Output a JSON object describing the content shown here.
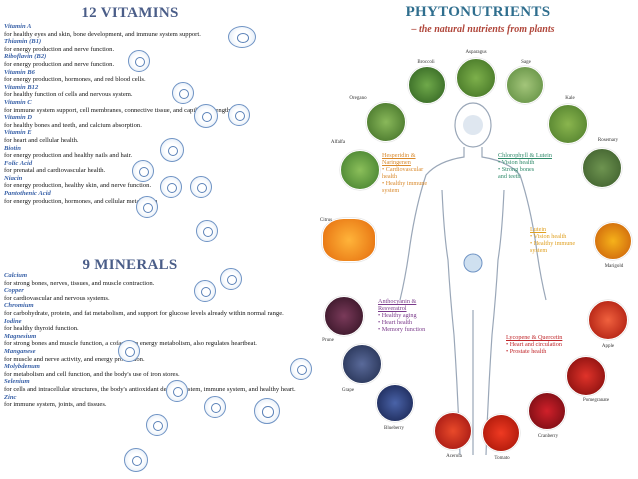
{
  "vitamins": {
    "title": "12 VITAMINS",
    "items": [
      {
        "name": "Vitamin A",
        "desc": "for healthy eyes and skin, bone development, and immune system support."
      },
      {
        "name": "Thiamin (B1)",
        "desc": "for energy production and nerve function."
      },
      {
        "name": "Riboflavin (B2)",
        "desc": "for energy production and nerve function."
      },
      {
        "name": "Vitamin B6",
        "desc": "for energy production, hormones, and red blood cells."
      },
      {
        "name": "Vitamin B12",
        "desc": "for healthy function of cells and nervous system."
      },
      {
        "name": "Vitamin C",
        "desc": "for immune system support, cell membranes, connective tissue, and capillary strength."
      },
      {
        "name": "Vitamin D",
        "desc": "for healthy bones and teeth, and calcium absorption."
      },
      {
        "name": "Vitamin E",
        "desc": "for heart and cellular health."
      },
      {
        "name": "Biotin",
        "desc": "for energy production and healthy nails and hair."
      },
      {
        "name": "Folic Acid",
        "desc": "for prenatal and cardiovascular health."
      },
      {
        "name": "Niacin",
        "desc": "for energy production, healthy skin, and nerve function."
      },
      {
        "name": "Pantothenic Acid",
        "desc": "for energy production, hormones, and cellular metabolism"
      }
    ]
  },
  "minerals": {
    "title": "9 MINERALS",
    "items": [
      {
        "name": "Calcium",
        "desc": "for strong bones, nerves, tissues, and muscle contraction."
      },
      {
        "name": "Copper",
        "desc": "for cardiovascular and nervous systems."
      },
      {
        "name": "Chromium",
        "desc": "for carbohydrate, protein, and fat metabolism, and support for glucose levels already within normal range."
      },
      {
        "name": "Iodine",
        "desc": "for healthy thyroid function."
      },
      {
        "name": "Magnesium",
        "desc": "for strong bones and muscle function, a cofactor in energy metabolism, also regulates heartbeat."
      },
      {
        "name": "Manganese",
        "desc": "for muscle and nerve activity, and energy production."
      },
      {
        "name": "Molybdenum",
        "desc": "for metabolism and cell function, and the body's use of iron stores."
      },
      {
        "name": "Selenium",
        "desc": "for cells and intracellular structures, the body's antioxidant defense system, immune system, and healthy heart."
      },
      {
        "name": "Zinc",
        "desc": "for immune system, joints, and tissues."
      }
    ]
  },
  "phytonutrients": {
    "title": "PHYTONUTRIENTS",
    "subtitle": "–  the natural nutrients from plants",
    "plants": [
      "Asparagus",
      "Broccoli",
      "Sage",
      "Oregano",
      "Kale",
      "Rosemary",
      "Alfalfa",
      "Citrus",
      "Marigold",
      "Prune",
      "Apple",
      "Grape",
      "Pomegranate",
      "Blueberry",
      "Cranberry",
      "Acerola",
      "Tomato"
    ],
    "groups": {
      "hesperidin": {
        "title": "Hesperidin &",
        "title2": "Naringenen",
        "items": [
          "• Cardiovascular",
          "   health",
          "• Healthy immune",
          "   system"
        ],
        "color": "#d9892b"
      },
      "chlorophyll": {
        "title": "Chlorophyll & Lutein",
        "items": [
          "• Vision health",
          "• Strong bones",
          "   and teeth"
        ],
        "color": "#2f8a6a"
      },
      "lutein": {
        "title": "Lutein",
        "items": [
          "• Vision health",
          "• Healthy immune",
          "   system"
        ],
        "color": "#e0a020"
      },
      "anthocyanin": {
        "title": "Anthocyanin &",
        "title2": "Resveratrol",
        "items": [
          "• Healthy aging",
          "• Heart health",
          "• Memory function"
        ],
        "color": "#7a3a8a"
      },
      "lycopene": {
        "title": "Lycopene & Quercetin",
        "items": [
          "• Heart and circulation",
          "• Prostate health"
        ],
        "color": "#c0262a"
      }
    }
  }
}
